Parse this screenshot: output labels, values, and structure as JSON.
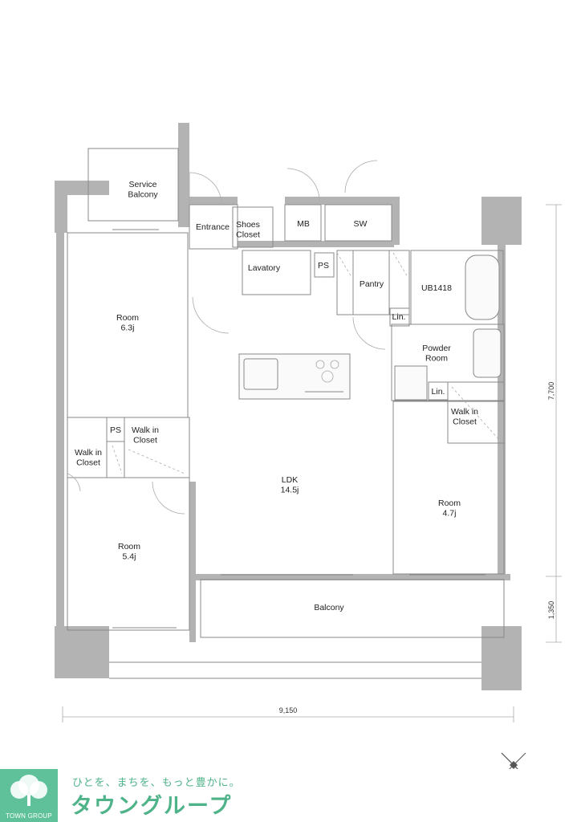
{
  "rooms": {
    "service_balcony": "Service\nBalcony",
    "entrance": "Entrance",
    "shoes_closet": "Shoes\nCloset",
    "mb": "MB",
    "sw": "SW",
    "lavatory": "Lavatory",
    "ps_top": "PS",
    "pantry": "Pantry",
    "ub": "UB1418",
    "lin_top": "Lin.",
    "powder_room": "Powder\nRoom",
    "lin_bottom": "Lin.",
    "room_a": "Room\n6.3j",
    "ps_left": "PS",
    "walk_in_closet_a": "Walk in\nCloset",
    "walk_in_closet_b": "Walk in\nCloset",
    "ldk": "LDK\n14.5j",
    "walk_in_closet_c": "Walk in\nCloset",
    "room_b": "Room\n4.7j",
    "room_c": "Room\n5.4j",
    "balcony": "Balcony"
  },
  "dimensions": {
    "width": "9,150",
    "depth_main": "7,700",
    "depth_balcony": "1,350"
  },
  "footer": {
    "logo_text": "TOWN GROUP",
    "tagline": "ひとを、まちを、もっと豊かに。",
    "brand": "タウングループ"
  }
}
